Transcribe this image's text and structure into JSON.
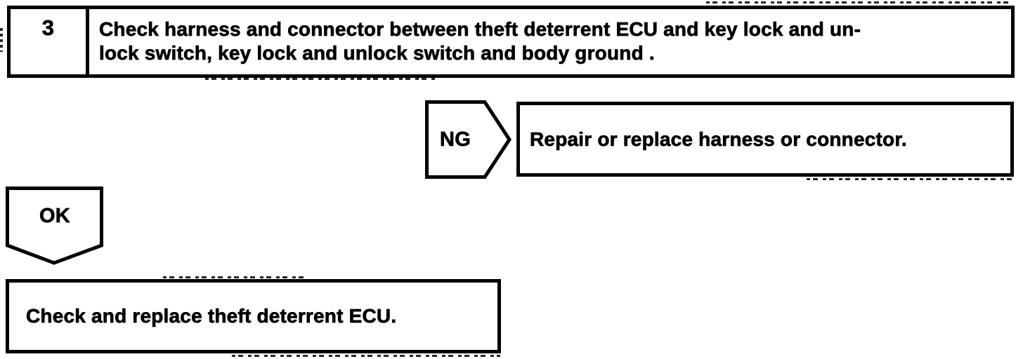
{
  "step": {
    "number": "3",
    "instruction_line1": "Check harness and connector between theft deterrent ECU and key lock and un-",
    "instruction_line2": "lock switch, key lock and unlock switch and body ground ."
  },
  "ng": {
    "label": "NG",
    "shape": "pentagon-arrow-right",
    "action": "Repair or replace harness or connector."
  },
  "ok": {
    "label": "OK",
    "shape": "pentagon-arrow-down",
    "action": "Check and replace theft deterrent ECU."
  },
  "colors": {
    "ink": "#000000",
    "paper": "#ffffff"
  }
}
